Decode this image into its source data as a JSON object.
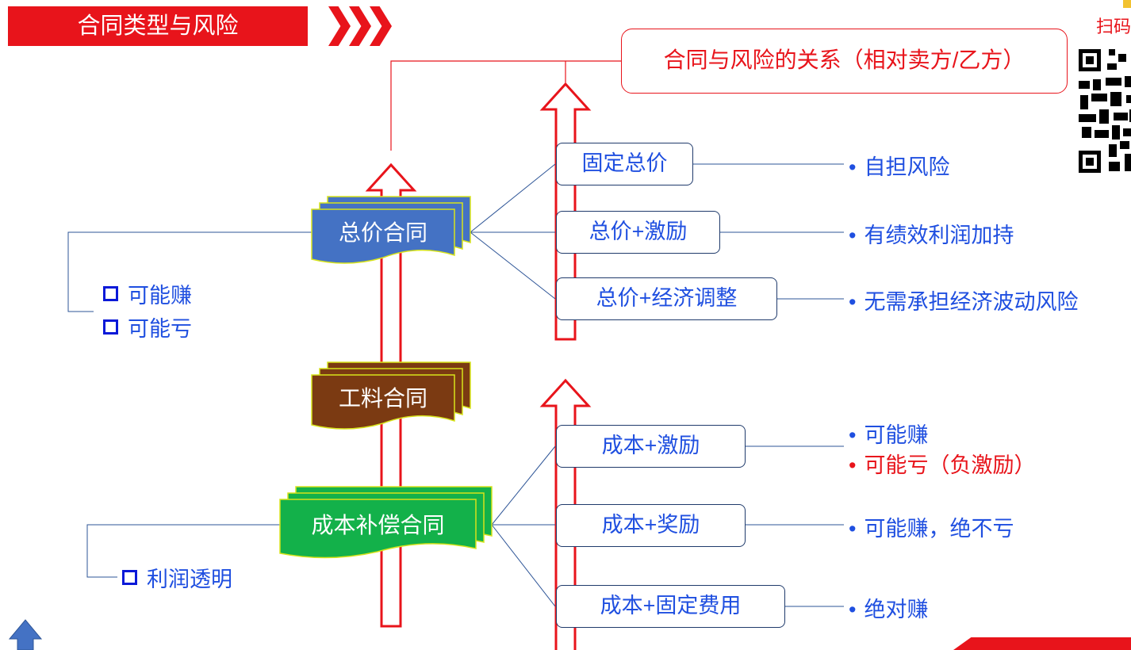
{
  "header": {
    "title": "合同类型与风险",
    "scan_label": "扫码"
  },
  "relation_box": {
    "label": "合同与风险的关系（相对卖方/乙方）"
  },
  "contracts": {
    "fixed_price": {
      "label": "总价合同",
      "color": "#4472c4"
    },
    "time_material": {
      "label": "工料合同",
      "color": "#7b3a12"
    },
    "cost_reimbursable": {
      "label": "成本补偿合同",
      "color": "#13b14a"
    }
  },
  "fixed_price_types": [
    {
      "label": "固定总价",
      "bullets": [
        {
          "text": "自担风险",
          "color": "blue"
        }
      ]
    },
    {
      "label": "总价+激励",
      "bullets": [
        {
          "text": "有绩效利润加持",
          "color": "blue"
        }
      ]
    },
    {
      "label": "总价+经济调整",
      "bullets": [
        {
          "text": "无需承担经济波动风险",
          "color": "blue"
        }
      ]
    }
  ],
  "cost_types": [
    {
      "label": "成本+激励",
      "bullets": [
        {
          "text": "可能赚",
          "color": "blue"
        },
        {
          "text": "可能亏（负激励）",
          "color": "red"
        }
      ]
    },
    {
      "label": "成本+奖励",
      "bullets": [
        {
          "text": "可能赚，绝不亏",
          "color": "blue"
        }
      ]
    },
    {
      "label": "成本+固定费用",
      "bullets": [
        {
          "text": "绝对赚",
          "color": "blue"
        }
      ]
    }
  ],
  "fixed_price_notes": [
    "可能赚",
    "可能亏"
  ],
  "cost_notes": [
    "利润透明"
  ],
  "bullet_marker": "•",
  "colors": {
    "accent_red": "#e8141b",
    "text_blue": "#1f4fe0",
    "checkbox_blue": "#0a19d8",
    "line_blue": "#2e5597"
  }
}
